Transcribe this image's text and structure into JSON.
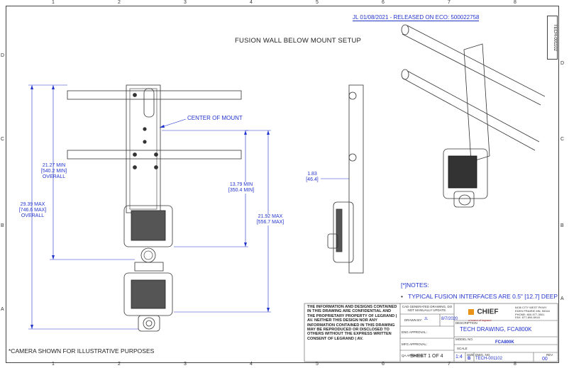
{
  "title": "FUSION WALL BELOW MOUNT SETUP",
  "revision_note": "JL 01/08/2021 - RELEASED ON ECO: 500022758",
  "side_doc_number": "TECH-001102",
  "zone_columns": [
    "1",
    "2",
    "3",
    "4",
    "5",
    "6",
    "7",
    "8"
  ],
  "zone_rows": [
    "D",
    "C",
    "B",
    "A"
  ],
  "callouts": {
    "center_of_mount": "CENTER OF MOUNT"
  },
  "dimensions": {
    "min_overall": [
      "21.27 MIN",
      "[540.2 MIN]",
      "OVERALL"
    ],
    "max_overall": [
      "29.39 MAX",
      "[746.6 MAX]",
      "OVERALL"
    ],
    "min_center": [
      "13.79 MIN",
      "[350.4 MIN]"
    ],
    "max_center": [
      "21.92 MAX",
      "[556.7 MAX]"
    ],
    "depth": [
      "1.83",
      "[46.4]"
    ]
  },
  "notes": {
    "heading": "[*]NOTES:",
    "items": [
      "TYPICAL FUSION INTERFACES ARE 0.5\" [12.7] DEEP"
    ]
  },
  "footnote": "*CAMERA SHOWN FOR ILLUSTRATIVE PURPOSES",
  "confidential": "THE INFORMATION AND DESIGNS CONTAINED IN THIS DRAWING ARE CONFIDENTIAL AND THE PROPRIETARY PROPERTY OF LEGRAND | AV. NEITHER THIS DESIGN NOR ANY INFORMATION CONTAINED IN THIS DRAWING MAY BE REPRODUCED OR DISCLOSED TO OTHERS WITHOUT THE EXPRESS WRITTEN CONSENT OF LEGRAND | AV.",
  "title_block": {
    "cad_note": "CAD GENERATED DRAWING, DO NOT MANUALLY UPDATE.",
    "drawn_by_label": "DRAWN BY:",
    "drawn_by": "JL",
    "drawn_date": "8/7/2020",
    "eng_approval": "ENG APPROVAL:",
    "mfg_approval": "MFG APPROVAL:",
    "qa_approval": "QA APPROVAL:",
    "brand": "CHIEF",
    "brand_sub": "a brand of legrand",
    "address": [
      "6436 CITY WEST PKWY",
      "EDEN PRAIRIE MN, 55344",
      "PHONE: 800-977-3901",
      "FAX: 877-894-6918"
    ],
    "description_label": "DESCRIPTION",
    "description": "TECH DRAWING, FCA800K",
    "model_label": "MODEL NO.",
    "model": "FCA800K",
    "sheet": "SHEET 1 OF 4",
    "scale_label": "SCALE",
    "scale": "1:4",
    "size_label": "SIZE",
    "size": "B",
    "dwg_label": "DWG. NO.",
    "dwg_no": "TECH-001102",
    "rev_label": "REV",
    "rev": "00"
  },
  "colors": {
    "accent_blue": "#2233cc",
    "brand_orange": "#e8941a",
    "line": "#333333"
  }
}
